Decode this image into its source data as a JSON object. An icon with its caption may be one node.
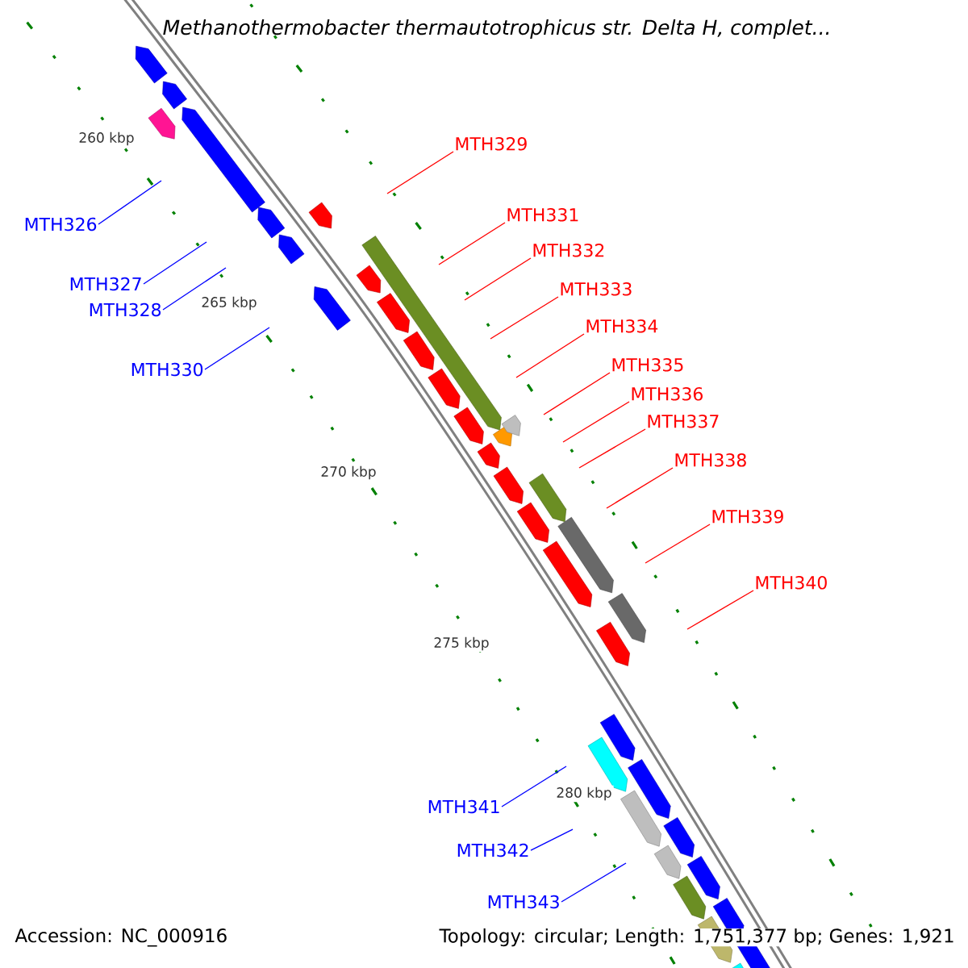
{
  "diagram": {
    "title": "Methanothermobacter thermautotrophicus str. Delta H, complet...",
    "nodes": [
      {
        "text": [
          "MTH326"
        ]
      },
      {
        "text": [
          "MTH327"
        ]
      },
      {
        "text": [
          "MTH328"
        ]
      },
      {
        "text": [
          "MTH329"
        ]
      },
      {
        "text": [
          "MTH330"
        ]
      },
      {
        "text": [
          "MTH331"
        ]
      },
      {
        "text": [
          "MTH332"
        ]
      },
      {
        "text": [
          "MTH333"
        ]
      },
      {
        "text": [
          "MTH334"
        ]
      },
      {
        "text": [
          "MTH335"
        ]
      },
      {
        "text": [
          "MTH336"
        ]
      },
      {
        "text": [
          "MTH337"
        ]
      },
      {
        "text": [
          "MTH338"
        ]
      },
      {
        "text": [
          "MTH339"
        ]
      },
      {
        "text": [
          "MTH340"
        ]
      },
      {
        "text": [
          "MTH341"
        ]
      },
      {
        "text": [
          "MTH342"
        ]
      },
      {
        "text": [
          "MTH343"
        ]
      }
    ],
    "edges": [
      {
        "from": 0,
        "to": null,
        "arrow": "none",
        "color": "#0000ff"
      },
      {
        "from": 1,
        "to": null,
        "arrow": "none",
        "color": "#0000ff"
      },
      {
        "from": 2,
        "to": null,
        "arrow": "none",
        "color": "#0000ff"
      },
      {
        "from": 3,
        "to": null,
        "arrow": "none"
      },
      {
        "from": 4,
        "to": null,
        "arrow": "none",
        "color": "#0000ff"
      },
      {
        "from": 5,
        "to": null,
        "arrow": "none"
      },
      {
        "from": 6,
        "to": null,
        "arrow": "none"
      },
      {
        "from": 7,
        "to": null,
        "arrow": "none"
      },
      {
        "from": 8,
        "to": null,
        "arrow": "none"
      },
      {
        "from": 9,
        "to": null,
        "arrow": "none"
      },
      {
        "from": 10,
        "to": null,
        "arrow": "none"
      },
      {
        "from": 11,
        "to": null,
        "arrow": "none"
      },
      {
        "from": 12,
        "to": null,
        "arrow": "none"
      },
      {
        "from": 13,
        "to": null,
        "arrow": "none"
      },
      {
        "from": 14,
        "to": null,
        "arrow": "none"
      },
      {
        "from": 15,
        "to": null,
        "arrow": "none",
        "color": "#0000ff"
      },
      {
        "from": 16,
        "to": null,
        "arrow": "none",
        "color": "#0000ff"
      },
      {
        "from": 17,
        "to": null,
        "arrow": "none",
        "color": "#0000ff"
      }
    ],
    "labels": [
      "260 kbp",
      "265 kbp",
      "270 kbp",
      "275 kbp",
      "280 kbp",
      "Accession: NC_000916",
      "Topology: circular; Length: 1,751,377 bp; Genes: 1,921"
    ]
  }
}
